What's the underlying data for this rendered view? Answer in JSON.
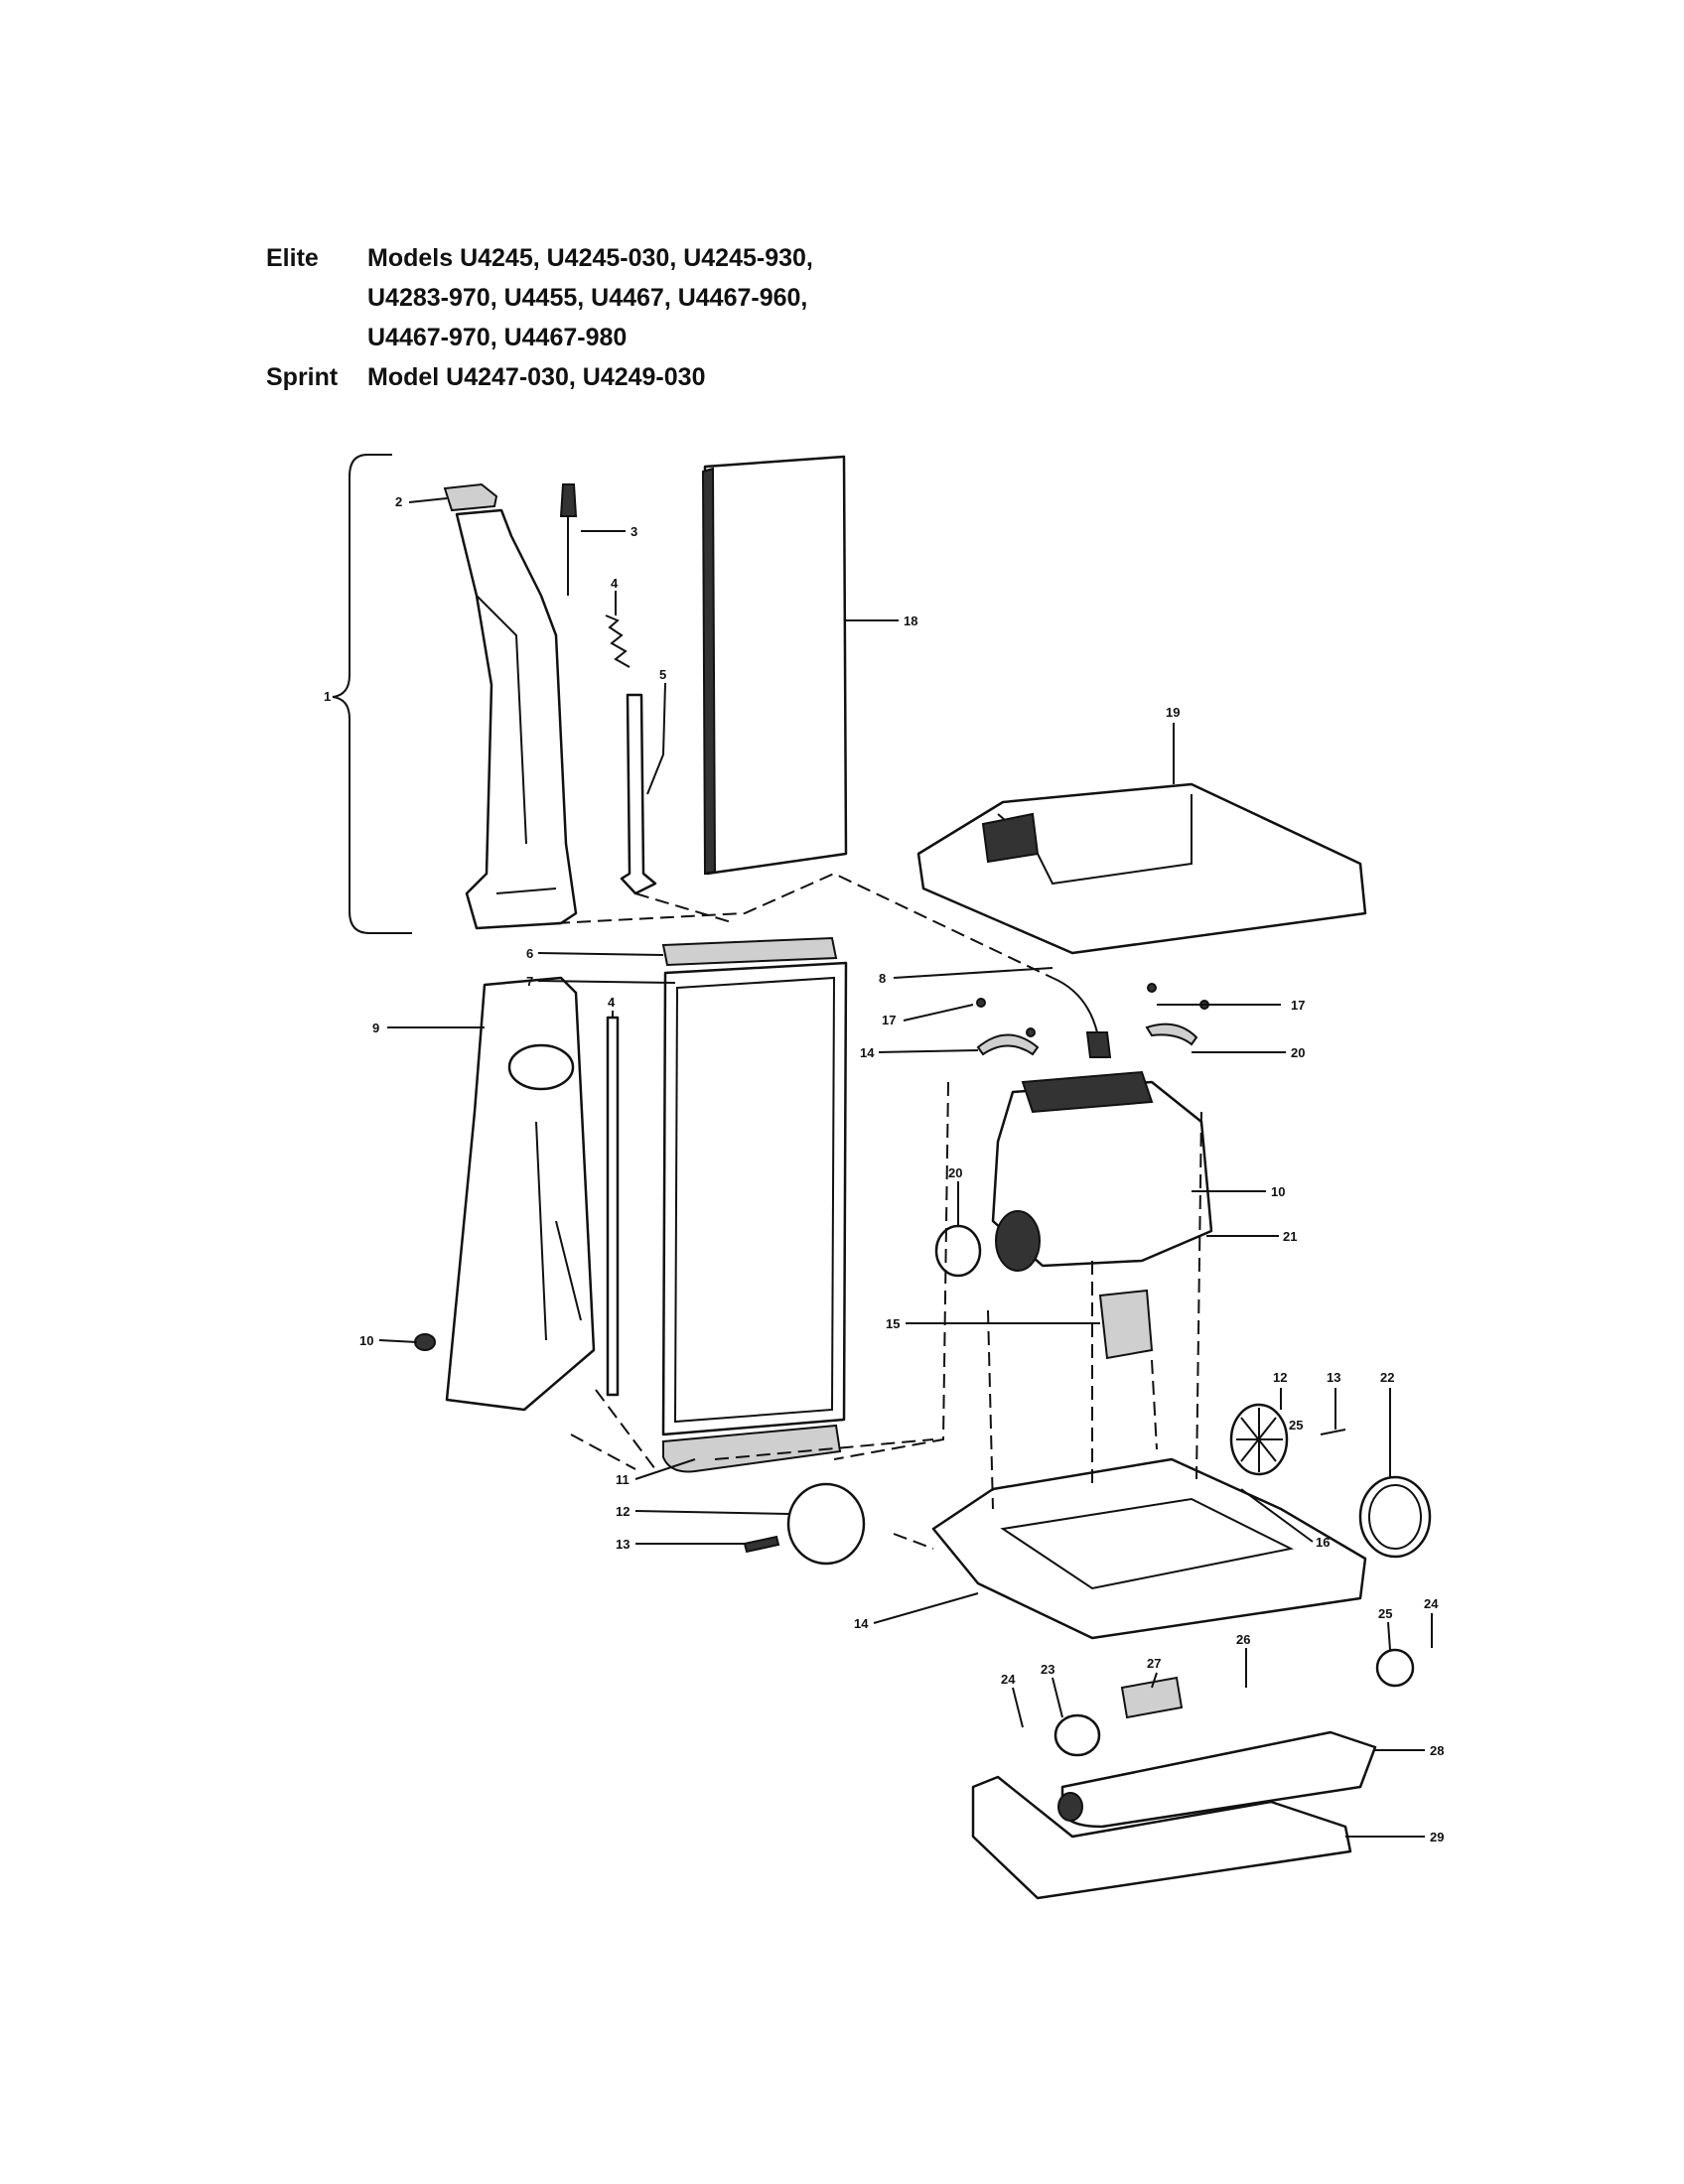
{
  "header": {
    "elite_label": "Elite",
    "elite_lines": [
      "Models U4245, U4245-030, U4245-930,",
      "U4283-970, U4455, U4467, U4467-960,",
      "U4467-970, U4467-980"
    ],
    "sprint_label": "Sprint",
    "sprint_line": "Model U4247-030, U4249-030"
  },
  "callouts": {
    "c1": "1",
    "c2": "2",
    "c3": "3",
    "c4a": "4",
    "c5": "5",
    "c6": "6",
    "c7": "7",
    "c8": "8",
    "c9": "9",
    "c4b": "4",
    "c10a": "10",
    "c10b": "10",
    "c11": "11",
    "c12a": "12",
    "c12b": "12",
    "c13a": "13",
    "c13b": "13",
    "c14a": "14",
    "c14b": "14",
    "c15": "15",
    "c16": "16",
    "c17a": "17",
    "c17b": "17",
    "c18": "18",
    "c19": "19",
    "c20a": "20",
    "c20b": "20",
    "c21": "21",
    "c22": "22",
    "c23": "23",
    "c24a": "24",
    "c24b": "24",
    "c25a": "25",
    "c25b": "25",
    "c26": "26",
    "c27": "27",
    "c28": "28",
    "c29": "29"
  }
}
